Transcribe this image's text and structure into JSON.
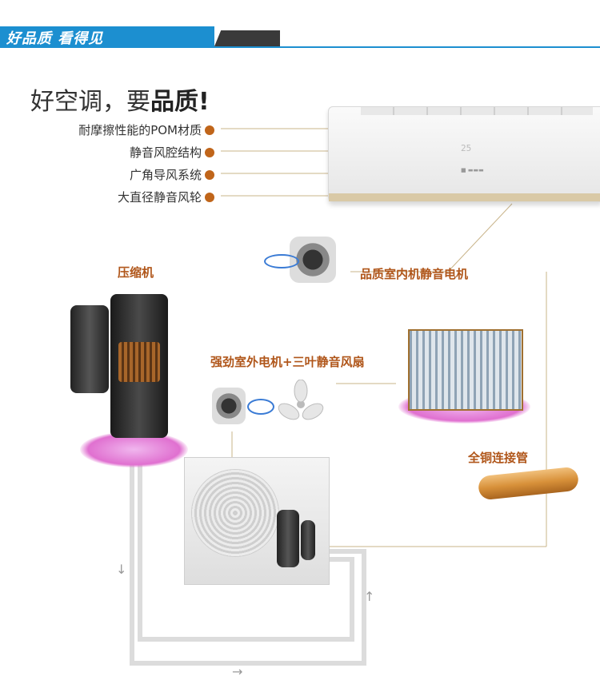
{
  "header": {
    "title": "好品质 看得见"
  },
  "headline": {
    "prefix": "好空调，要",
    "bold": "品质!"
  },
  "features": [
    {
      "label": "耐摩擦性能的POM材质"
    },
    {
      "label": "静音风腔结构"
    },
    {
      "label": "广角导风系统"
    },
    {
      "label": "大直径静音风轮"
    }
  ],
  "components": {
    "compressor": "压缩机",
    "indoor_motor": "品质室内机静音电机",
    "outdoor_motor": "强劲室外电机+三叶静音风扇",
    "copper_pipe": "全铜连接管"
  },
  "indoor_display": "25",
  "colors": {
    "header_blue": "#1c8fd0",
    "accent_orange": "#c0651a",
    "pipe_copper": "#d8913a",
    "glow_pink": "#e070d0"
  }
}
